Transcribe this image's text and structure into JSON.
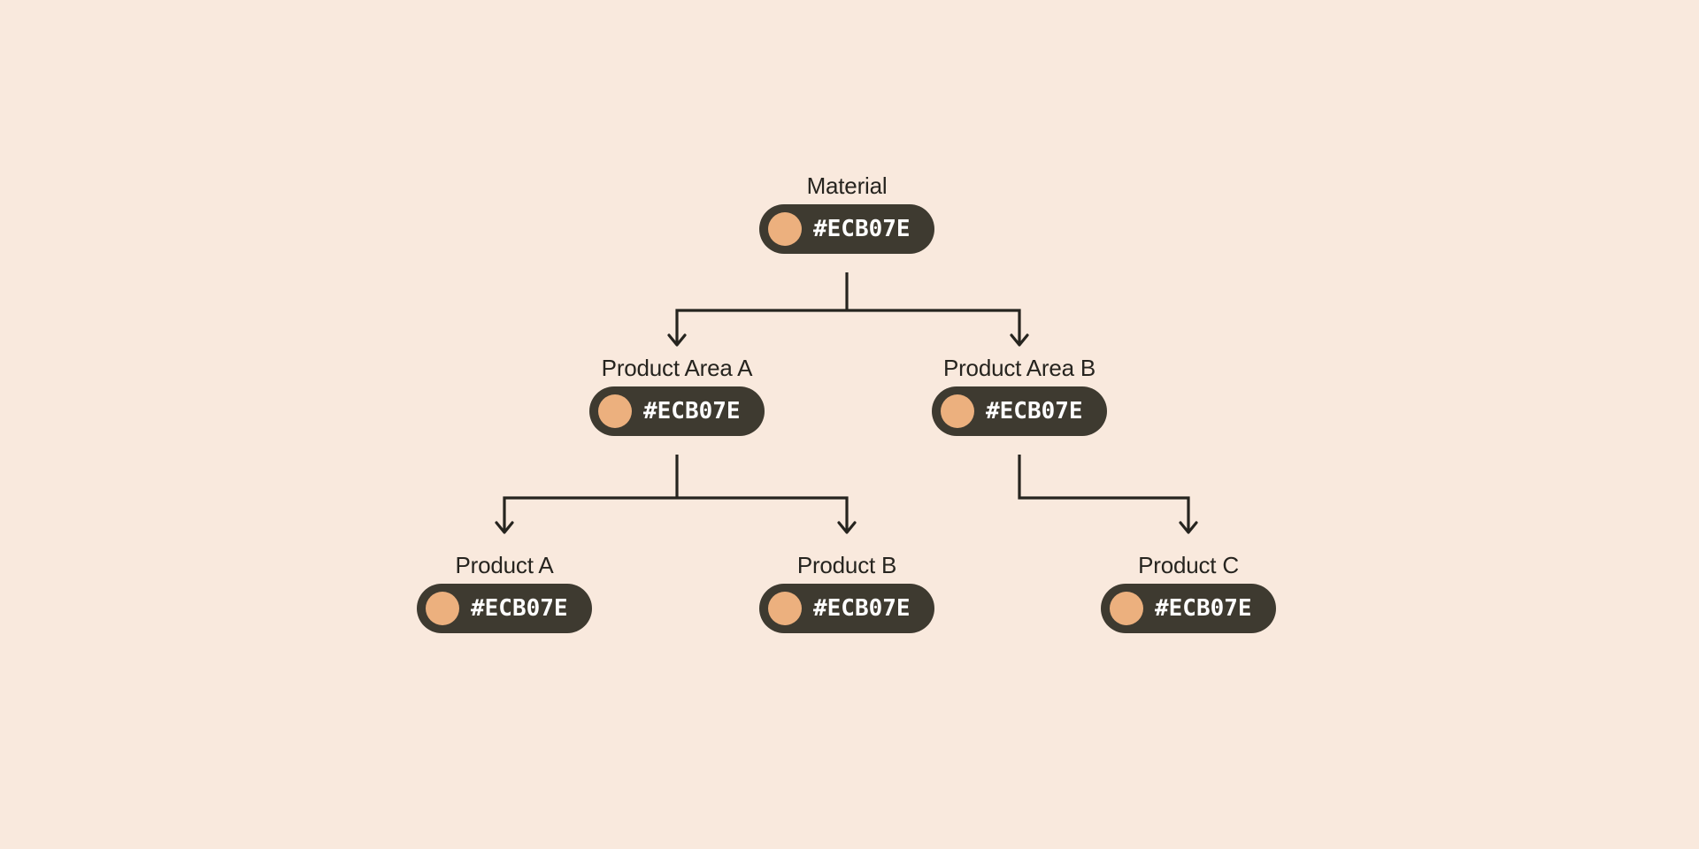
{
  "diagram": {
    "type": "tree",
    "nodes": [
      {
        "id": "material",
        "label": "Material",
        "hex": "#ECB07E",
        "swatch_color": "#ECB07E",
        "level": 0
      },
      {
        "id": "product-area-a",
        "label": "Product Area A",
        "hex": "#ECB07E",
        "swatch_color": "#ECB07E",
        "level": 1
      },
      {
        "id": "product-area-b",
        "label": "Product Area B",
        "hex": "#ECB07E",
        "swatch_color": "#ECB07E",
        "level": 1
      },
      {
        "id": "product-a",
        "label": "Product A",
        "hex": "#ECB07E",
        "swatch_color": "#ECB07E",
        "level": 2
      },
      {
        "id": "product-b",
        "label": "Product B",
        "hex": "#ECB07E",
        "swatch_color": "#ECB07E",
        "level": 2
      },
      {
        "id": "product-c",
        "label": "Product C",
        "hex": "#ECB07E",
        "swatch_color": "#ECB07E",
        "level": 2
      }
    ],
    "edges": [
      {
        "from": "material",
        "to": "product-area-a"
      },
      {
        "from": "material",
        "to": "product-area-b"
      },
      {
        "from": "product-area-a",
        "to": "product-a"
      },
      {
        "from": "product-area-a",
        "to": "product-b"
      },
      {
        "from": "product-area-b",
        "to": "product-c"
      }
    ]
  },
  "colors": {
    "background": "#F9E9DD",
    "pill": "#3E3A30",
    "pill_text": "#FFFFFF",
    "swatch": "#ECB07E",
    "text": "#26241F",
    "line": "#26241F"
  }
}
